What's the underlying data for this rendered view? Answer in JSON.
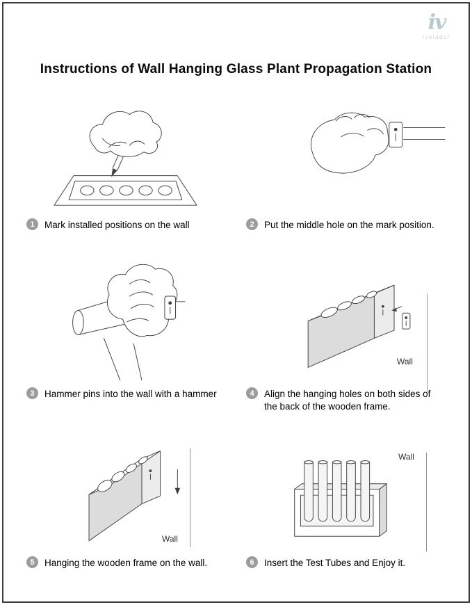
{
  "page": {
    "title": "Instructions of Wall Hanging Glass Plant Propagation Station",
    "logo_glyph": "iv",
    "logo_brand": "ivolador"
  },
  "steps": [
    {
      "number": "1",
      "label": "Mark installed positions on the wall",
      "icon": "hand-marking-pencil-icon"
    },
    {
      "number": "2",
      "label": "Put the middle hole on the mark position.",
      "icon": "hand-holding-hanger-icon"
    },
    {
      "number": "3",
      "label": "Hammer pins into the wall with a hammer",
      "icon": "hand-hammering-icon"
    },
    {
      "number": "4",
      "label": "Align the hanging holes on both sides of the back of the wooden frame.",
      "icon": "frame-align-hook-icon",
      "wall_label": "Wall"
    },
    {
      "number": "5",
      "label": "Hanging the wooden frame on the wall.",
      "icon": "frame-hanging-icon",
      "wall_label": "Wall"
    },
    {
      "number": "6",
      "label": "Insert the Test Tubes and Enjoy it.",
      "icon": "test-tube-rack-icon",
      "wall_label": "Wall"
    }
  ],
  "colors": {
    "badge": "#9c9c9c",
    "line_art": "#404040",
    "shading": "#dcdcdc",
    "logo": "#b7cad0",
    "border": "#3c3c3c"
  }
}
